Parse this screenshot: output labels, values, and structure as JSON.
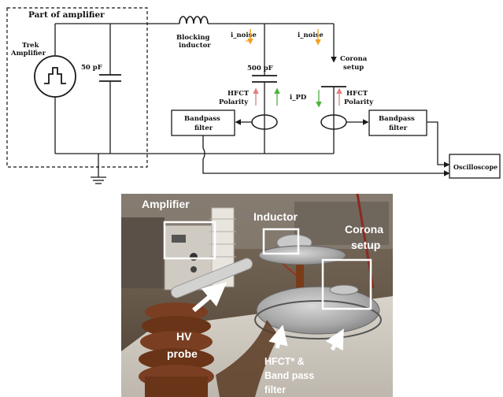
{
  "schematic": {
    "box_title": "Part of amplifier",
    "amplifier_label_1": "Trek",
    "amplifier_label_2": "Amplifier",
    "cap1_value": "50 pF",
    "inductor_label_1": "Blocking",
    "inductor_label_2": "inductor",
    "noise_label_1": "i_noise",
    "noise_label_2": "i_noise",
    "cap2_value": "500 pF",
    "corona_label_1": "Corona",
    "corona_label_2": "setup",
    "hfct_left_1": "HFCT",
    "hfct_left_2": "Polarity",
    "hfct_right_1": "HFCT",
    "hfct_right_2": "Polarity",
    "ipd_label": "i_PD",
    "bpf_left_1": "Bandpass",
    "bpf_left_2": "filter",
    "bpf_right_1": "Bandpass",
    "bpf_right_2": "filter",
    "scope_label": "Oscilloscope",
    "colors": {
      "noise_arrow": "#f0a020",
      "pd_arrow": "#4cb33c",
      "polarity_arrow": "#e08080",
      "wire": "#1a1a1a"
    }
  },
  "photo": {
    "label_amplifier": "Amplifier",
    "label_inductor": "Inductor",
    "label_corona_1": "Corona",
    "label_corona_2": "setup",
    "label_hv_1": "HV",
    "label_hv_2": "probe",
    "label_hfct_1": "HFCT* &",
    "label_hfct_2": "Band pass",
    "label_hfct_3": "filter"
  }
}
